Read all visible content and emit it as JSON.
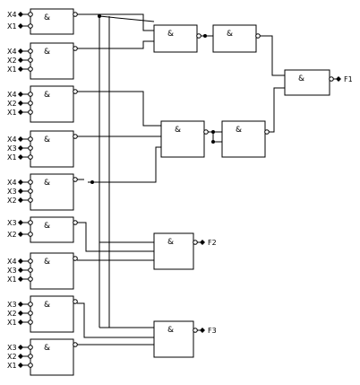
{
  "gate_symbol": "&",
  "left_gates": [
    {
      "inputs": [
        "X4",
        "X1"
      ]
    },
    {
      "inputs": [
        "X4",
        "X2",
        "X1"
      ]
    },
    {
      "inputs": [
        "X4",
        "X2",
        "X1"
      ]
    },
    {
      "inputs": [
        "X4",
        "X3",
        "X1"
      ]
    },
    {
      "inputs": [
        "X4",
        "X3",
        "X2"
      ]
    },
    {
      "inputs": [
        "X3",
        "X2"
      ]
    },
    {
      "inputs": [
        "X4",
        "X3",
        "X1"
      ]
    },
    {
      "inputs": [
        "X3",
        "X2",
        "X1"
      ]
    },
    {
      "inputs": [
        "X3",
        "X2",
        "X1"
      ]
    }
  ],
  "outputs": {
    "f1": "F1",
    "f2": "F2",
    "f3": "F3"
  },
  "colors": {
    "line": "#000000",
    "background": "#ffffff"
  }
}
